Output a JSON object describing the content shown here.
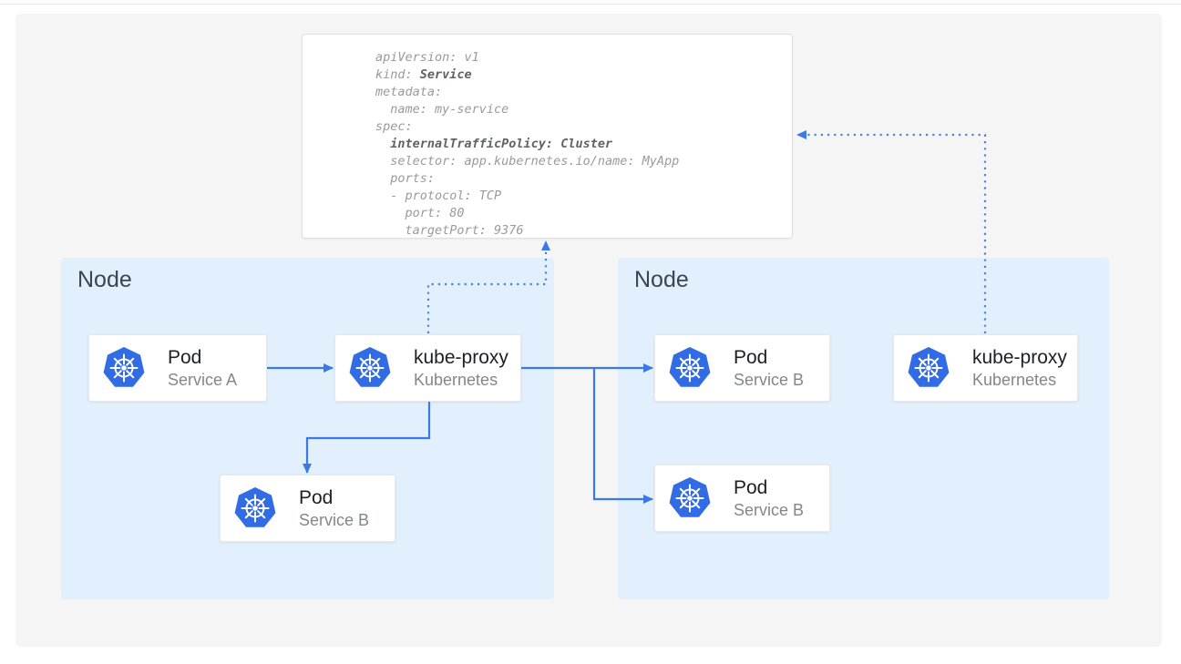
{
  "yaml_card": {
    "l1": "apiVersion: v1",
    "l2a": "kind: ",
    "l2b": "Service",
    "l3": "metadata:",
    "l4": "  name: my-service",
    "l5": "spec:",
    "l6": "  internalTrafficPolicy: Cluster",
    "l7": "  selector: app.kubernetes.io/name: MyApp",
    "l8": "  ports:",
    "l9": "  - protocol: TCP",
    "l10": "    port: 80",
    "l11": "    targetPort: 9376"
  },
  "left_node": {
    "label": "Node"
  },
  "right_node": {
    "label": "Node"
  },
  "cards": {
    "pod_a": {
      "title": "Pod",
      "subtitle": "Service A"
    },
    "kube_proxy_left": {
      "title": "kube-proxy",
      "subtitle": "Kubernetes"
    },
    "pod_b_left": {
      "title": "Pod",
      "subtitle": "Service B"
    },
    "pod_b_right_top": {
      "title": "Pod",
      "subtitle": "Service B"
    },
    "pod_b_right_bottom": {
      "title": "Pod",
      "subtitle": "Service B"
    },
    "kube_proxy_right": {
      "title": "kube-proxy",
      "subtitle": "Kubernetes"
    }
  },
  "icons": {
    "logo": "kubernetes-helm-icon"
  },
  "colors": {
    "kubernetes_blue": "#326ce5",
    "arrow_blue": "#3b78e8",
    "dotted_arrow_blue": "#4a80e8",
    "node_background": "#e2f0fd",
    "panel_background": "#f5f5f6",
    "yaml_text": "#9a9a9a",
    "yaml_bold_text": "#5f6368",
    "card_title_text": "#202124",
    "card_subtitle_text": "#82878c",
    "node_label_text": "#3c4553"
  }
}
